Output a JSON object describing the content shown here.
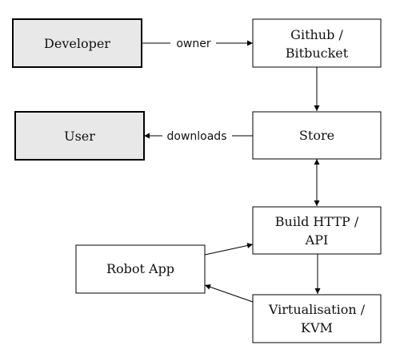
{
  "colors": {
    "box_fill": "#ffffff",
    "actor_fill": "#e8e8e8",
    "stroke": "#000000",
    "arrow": "#000000"
  },
  "nodes": {
    "developer": {
      "lines": [
        "Developer"
      ]
    },
    "github": {
      "lines": [
        "Github /",
        "Bitbucket"
      ]
    },
    "user": {
      "lines": [
        "User"
      ]
    },
    "store": {
      "lines": [
        "Store"
      ]
    },
    "build_http": {
      "lines": [
        "Build HTTP /",
        "API"
      ]
    },
    "robot_app": {
      "lines": [
        "Robot App"
      ]
    },
    "virtualisation": {
      "lines": [
        "Virtualisation /",
        "KVM"
      ]
    }
  },
  "edges": {
    "owner": {
      "label": "owner"
    },
    "downloads": {
      "label": "downloads"
    }
  }
}
